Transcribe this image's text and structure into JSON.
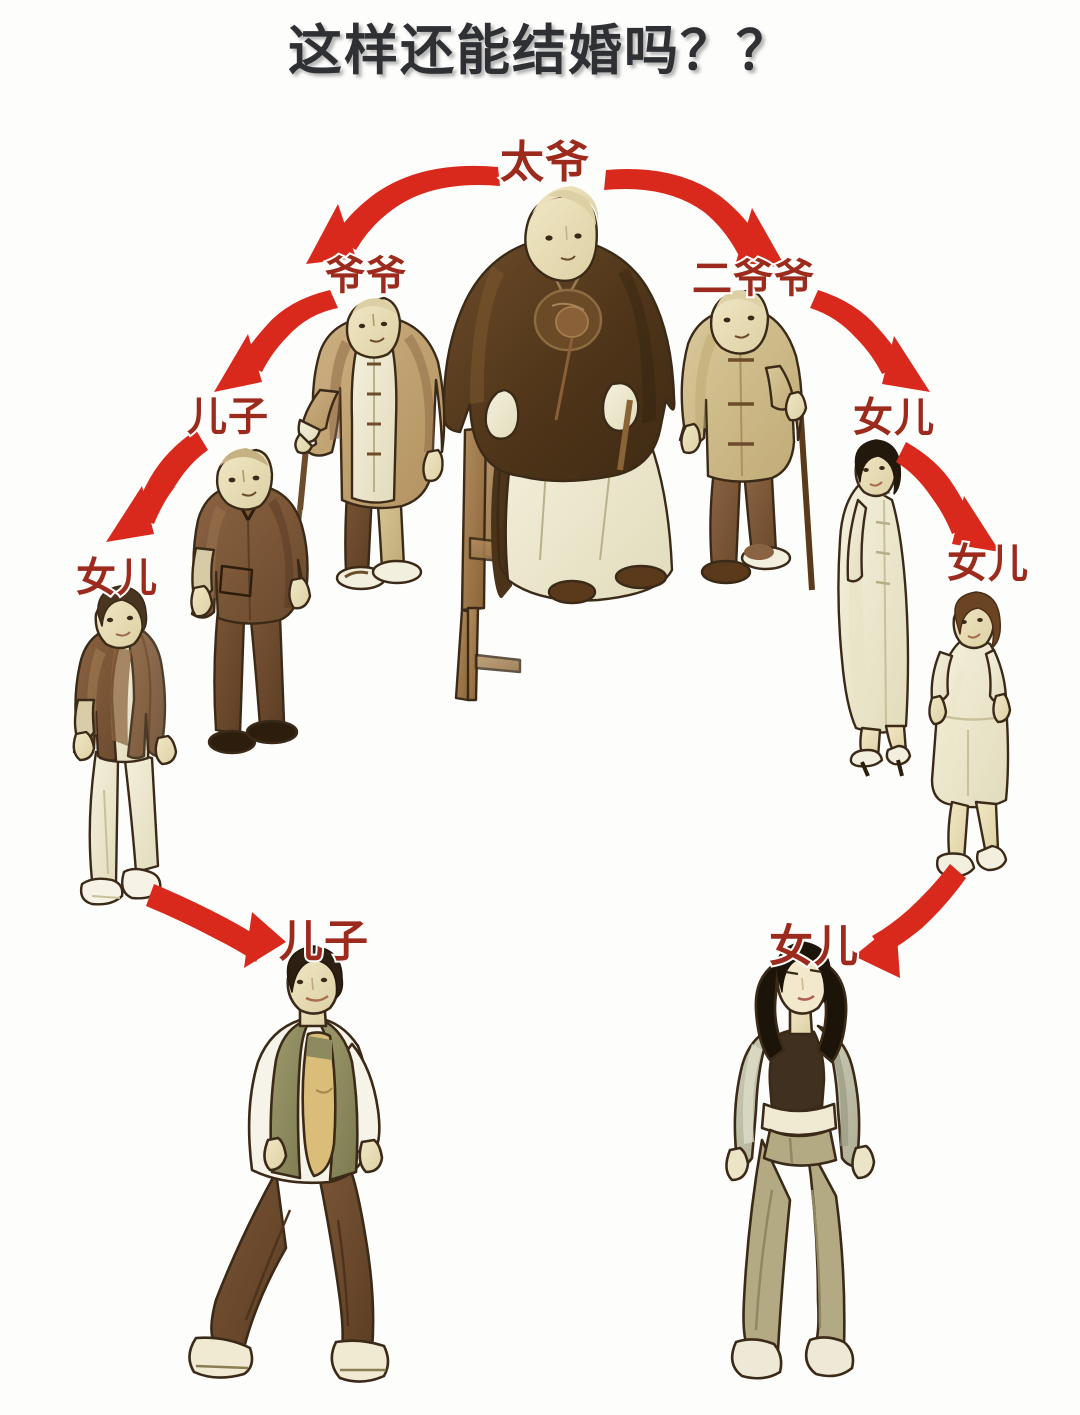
{
  "page": {
    "title": "这样还能结婚吗？？",
    "background_color": "#fdfdfb",
    "title_color": "#2e3033",
    "label_color": "#9d2b1d",
    "arrow_color": "#d9291c"
  },
  "diagram": {
    "type": "family-lineage-tree",
    "root": {
      "label": "太爷",
      "desc": "great-grandfather seated on chair"
    },
    "labels": {
      "root": "太爷",
      "grandfather_left": "爷爷",
      "granduncle_right": "二爷爷",
      "son_left": "儿子",
      "daughter_left": "女儿",
      "daughter_right_1": "女儿",
      "daughter_right_2": "女儿",
      "son_bottom_left": "儿子",
      "daughter_bottom_right": "女儿"
    },
    "nodes": [
      {
        "id": "great-grandfather",
        "label": "太爷",
        "generation": 1,
        "side": "center",
        "figure": "seated-elder-dark-robe"
      },
      {
        "id": "grandfather",
        "label": "爷爷",
        "generation": 2,
        "side": "left",
        "figure": "standing-elder-tan-overcoat-cane"
      },
      {
        "id": "granduncle",
        "label": "二爷爷",
        "generation": 2,
        "side": "right",
        "figure": "standing-elder-khaki-tunic-cane"
      },
      {
        "id": "son",
        "label": "儿子",
        "generation": 3,
        "side": "left",
        "figure": "man-brown-jacket"
      },
      {
        "id": "aunt",
        "label": "女儿",
        "generation": 3,
        "side": "right",
        "figure": "woman-cream-qipao"
      },
      {
        "id": "daughter",
        "label": "女儿",
        "generation": 4,
        "side": "left",
        "figure": "woman-brown-jacket-cream-pants"
      },
      {
        "id": "cousin",
        "label": "女儿",
        "generation": 4,
        "side": "right",
        "figure": "woman-cream-dress"
      },
      {
        "id": "grandson",
        "label": "儿子",
        "generation": 5,
        "side": "left",
        "figure": "young-man-vest-brown-pants-walking"
      },
      {
        "id": "granddaughter",
        "label": "女儿",
        "generation": 5,
        "side": "right",
        "figure": "young-woman-sage-shirt-khaki-pants"
      }
    ],
    "edges": [
      {
        "from": "great-grandfather",
        "to": "grandfather",
        "label": "爷爷",
        "direction": "down-left"
      },
      {
        "from": "great-grandfather",
        "to": "granduncle",
        "label": "二爷爷",
        "direction": "down-right"
      },
      {
        "from": "grandfather",
        "to": "son",
        "label": "儿子",
        "direction": "down-left"
      },
      {
        "from": "son",
        "to": "daughter",
        "label": "女儿",
        "direction": "down-left"
      },
      {
        "from": "daughter",
        "to": "grandson",
        "label": "儿子",
        "direction": "right"
      },
      {
        "from": "granduncle",
        "to": "aunt",
        "label": "女儿",
        "direction": "down-right"
      },
      {
        "from": "aunt",
        "to": "cousin",
        "label": "女儿",
        "direction": "down-right"
      },
      {
        "from": "cousin",
        "to": "granddaughter",
        "label": "女儿",
        "direction": "down-left"
      }
    ]
  }
}
